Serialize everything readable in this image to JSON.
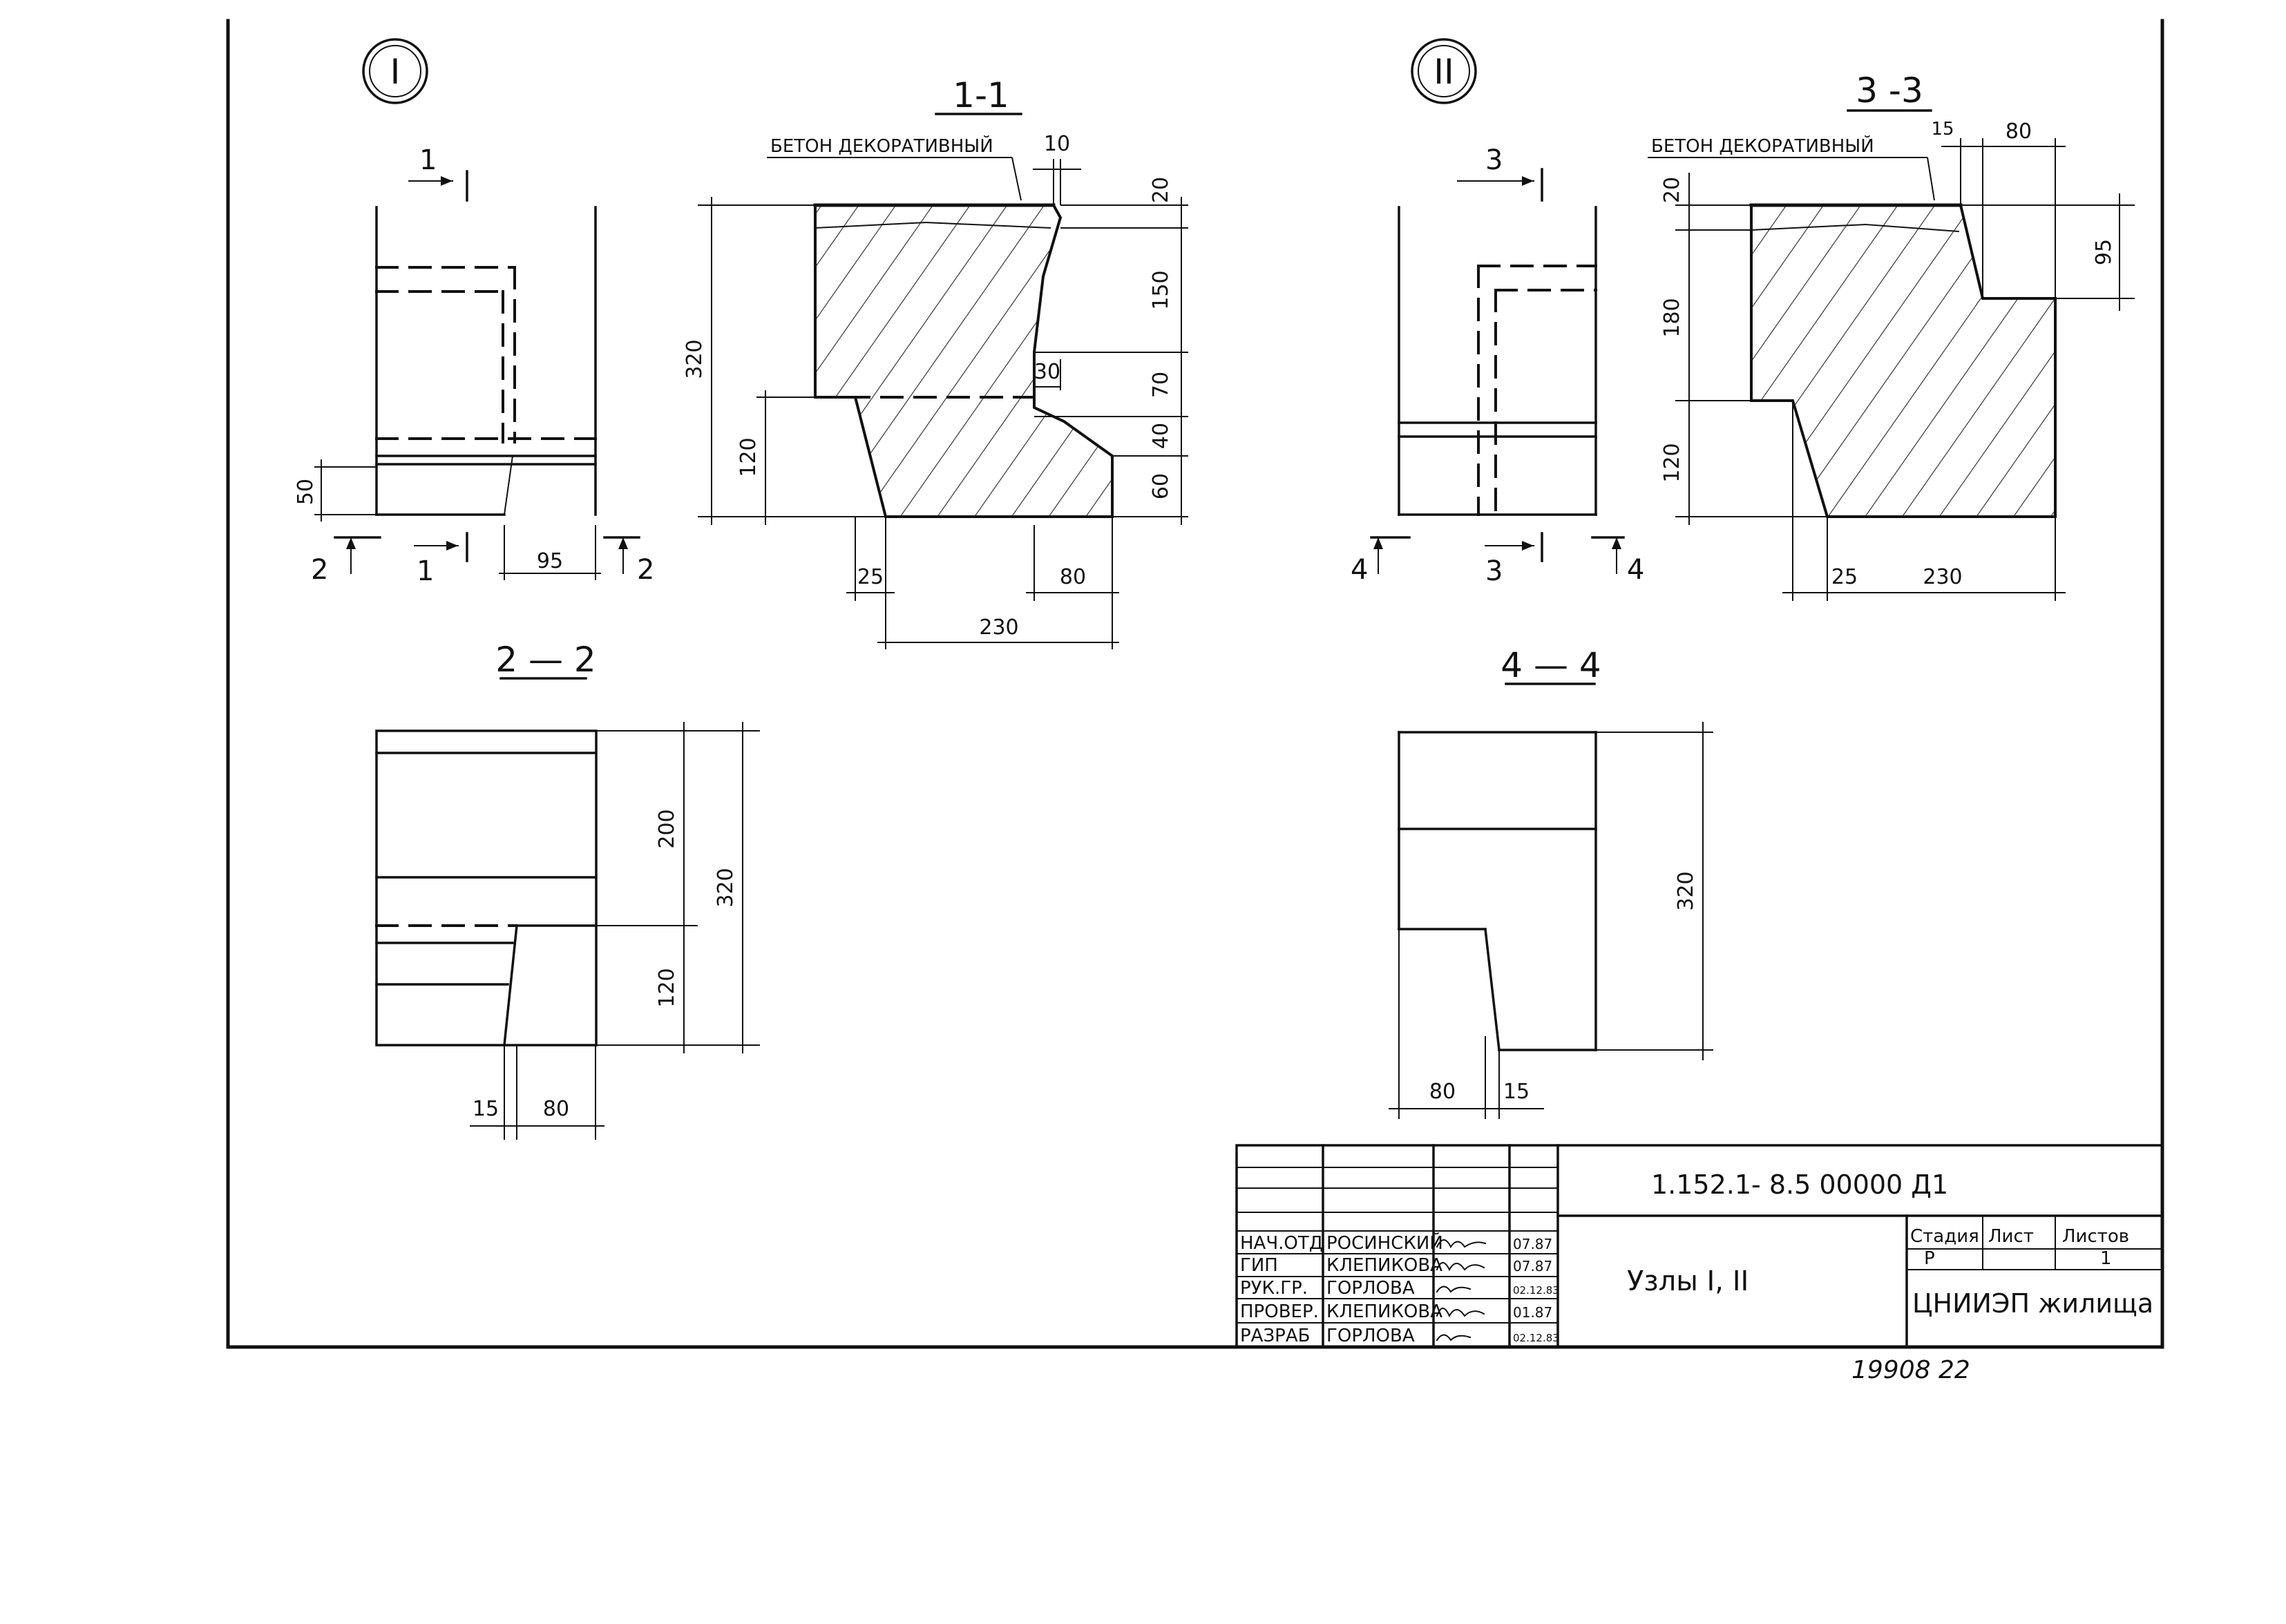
{
  "nodes": {
    "node_1": "I",
    "node_2": "II"
  },
  "sections": {
    "s1": "1-1",
    "s2": "2 — 2",
    "s3": "3 -3",
    "s4": "4 — 4",
    "cut_marks": {
      "c1": "1",
      "c2": "2",
      "c3": "3",
      "c4": "4"
    }
  },
  "notes": {
    "concrete_1": "БЕТОН ДЕКОРАТИВНЫЙ",
    "concrete_2": "БЕТОН ДЕКОРАТИВНЫЙ"
  },
  "dimensions": {
    "v1": {
      "d50": "50",
      "d95": "95"
    },
    "s11": {
      "d10": "10",
      "d20": "20",
      "d150": "150",
      "d30": "30",
      "d70": "70",
      "d40": "40",
      "d60": "60",
      "d320": "320",
      "d120": "120",
      "d25": "25",
      "d80": "80",
      "d230": "230"
    },
    "s22": {
      "d200": "200",
      "d120": "120",
      "d320": "320",
      "d15": "15",
      "d80": "80"
    },
    "s33": {
      "d15": "15",
      "d80": "80",
      "d20": "20",
      "d95": "95",
      "d180": "180",
      "d120": "120",
      "d25": "25",
      "d230": "230"
    },
    "s44": {
      "d320": "320",
      "d80": "80",
      "d15": "15"
    }
  },
  "title_block": {
    "code": "1.152.1- 8.5 00000 Д1",
    "title": "Узлы I, II",
    "col_stage": "Стадия",
    "col_sheet": "Лист",
    "col_sheets": "Листов",
    "stage": "Р",
    "sheets": "1",
    "org": "ЦНИИЭП жилища",
    "rows": [
      {
        "role": "НАЧ.ОТД",
        "name": "РОСИНСКИЙ",
        "date": "07.87"
      },
      {
        "role": "ГИП",
        "name": "КЛЕПИКОВА",
        "date": "07.87"
      },
      {
        "role": "РУК.ГР.",
        "name": "ГОРЛОВА",
        "date": "02.12.83"
      },
      {
        "role": "ПРОВЕР.",
        "name": "КЛЕПИКОВА",
        "date": "01.87"
      },
      {
        "role": "РАЗРАБ",
        "name": "ГОРЛОВА",
        "date": "02.12.83"
      }
    ]
  },
  "stamp": "19908 22"
}
